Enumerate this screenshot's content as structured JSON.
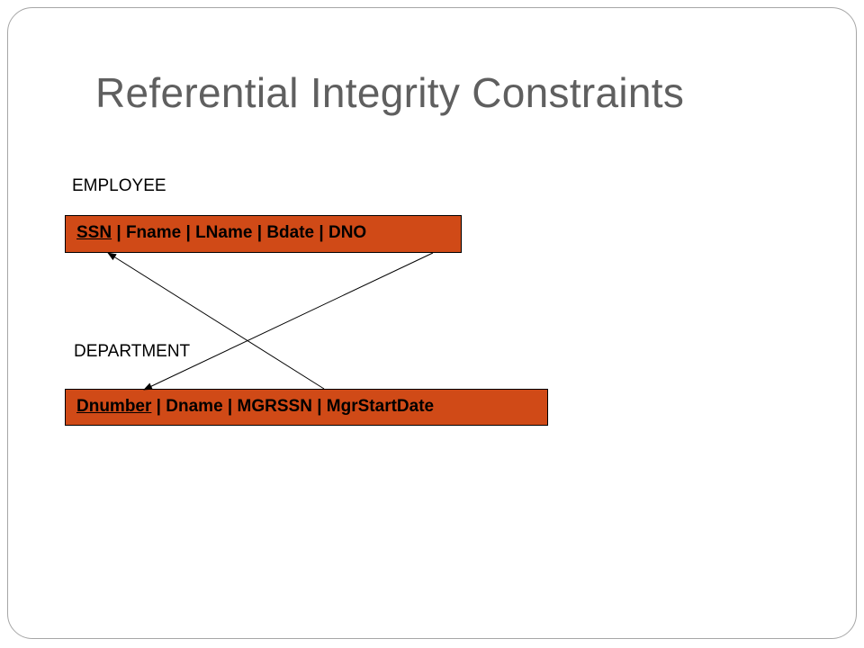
{
  "slide": {
    "title": "Referential Integrity Constraints",
    "title_color": "#5f5f5f",
    "box_fill_color": "#d04a17"
  },
  "relations": {
    "employee": {
      "name": "EMPLOYEE",
      "attributes": [
        {
          "name": "SSN",
          "key": true
        },
        {
          "name": "Fname",
          "key": false
        },
        {
          "name": "LName",
          "key": false
        },
        {
          "name": "Bdate",
          "key": false
        },
        {
          "name": " DNO",
          "key": false
        }
      ]
    },
    "department": {
      "name": "DEPARTMENT",
      "attributes": [
        {
          "name": "Dnumber",
          "key": true
        },
        {
          "name": "Dname",
          "key": false
        },
        {
          "name": "MGRSSN",
          "key": false
        },
        {
          "name": "MgrStartDate",
          "key": false
        }
      ]
    }
  },
  "references": [
    {
      "from": "EMPLOYEE.DNO",
      "to": "DEPARTMENT.Dnumber"
    },
    {
      "from": "DEPARTMENT.MGRSSN",
      "to": "EMPLOYEE.SSN"
    }
  ]
}
